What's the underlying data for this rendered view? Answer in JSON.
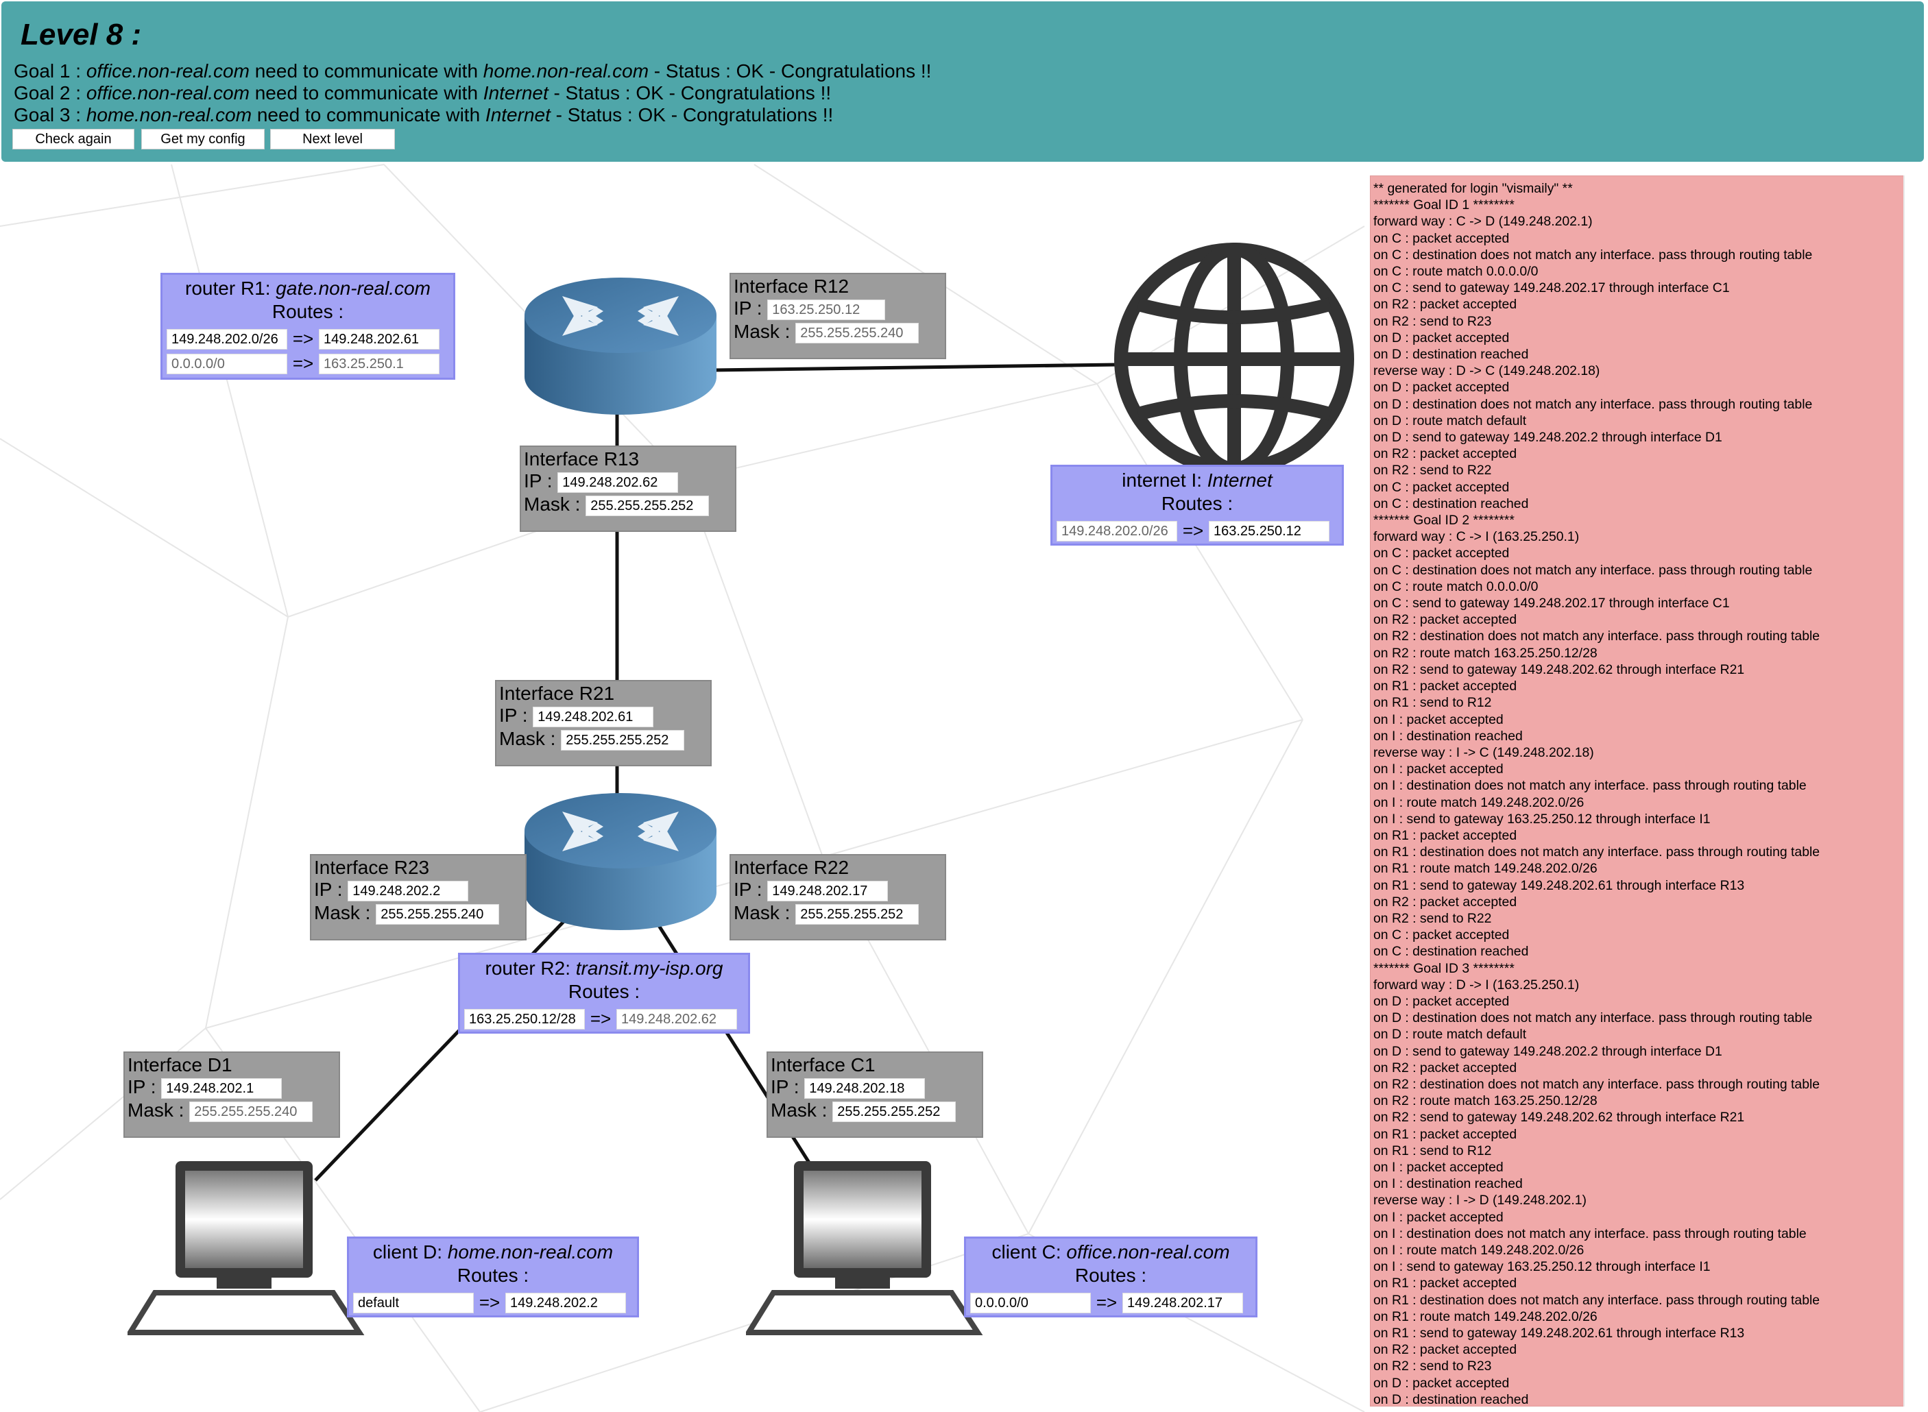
{
  "header": {
    "title": "Level 8 :",
    "goals": [
      {
        "prefix": "Goal 1 : ",
        "from": "office.non-real.com",
        "mid": " need to communicate with ",
        "to": "home.non-real.com",
        "status": " - Status : OK - Congratulations !!"
      },
      {
        "prefix": "Goal 2 : ",
        "from": "office.non-real.com",
        "mid": " need to communicate with ",
        "to": "Internet",
        "status": " - Status : OK - Congratulations !!"
      },
      {
        "prefix": "Goal 3 : ",
        "from": "home.non-real.com",
        "mid": " need to communicate with ",
        "to": "Internet",
        "status": " - Status : OK - Congratulations !!"
      }
    ],
    "buttons": {
      "check": "Check again",
      "config": "Get my config",
      "next": "Next level"
    }
  },
  "labels": {
    "ip": "IP :",
    "mask": "Mask :",
    "routes": "Routes :",
    "arrow": "=>"
  },
  "interfaces": {
    "r12": {
      "title": "Interface R12",
      "ip": "163.25.250.12",
      "mask": "255.255.255.240"
    },
    "r13": {
      "title": "Interface R13",
      "ip": "149.248.202.62",
      "mask": "255.255.255.252"
    },
    "r21": {
      "title": "Interface R21",
      "ip": "149.248.202.61",
      "mask": "255.255.255.252"
    },
    "r23": {
      "title": "Interface R23",
      "ip": "149.248.202.2",
      "mask": "255.255.255.240"
    },
    "r22": {
      "title": "Interface R22",
      "ip": "149.248.202.17",
      "mask": "255.255.255.252"
    },
    "d1": {
      "title": "Interface D1",
      "ip": "149.248.202.1",
      "mask": "255.255.255.240"
    },
    "c1": {
      "title": "Interface C1",
      "ip": "149.248.202.18",
      "mask": "255.255.255.252"
    }
  },
  "nodes": {
    "r1": {
      "kind": "router R1: ",
      "name": "gate.non-real.com",
      "routes": [
        {
          "dest": "149.248.202.0/26",
          "gw": "149.248.202.61"
        },
        {
          "dest": "0.0.0.0/0",
          "gw": "163.25.250.1"
        }
      ]
    },
    "internet": {
      "kind": "internet I: ",
      "name": "Internet",
      "routes": [
        {
          "dest": "149.248.202.0/26",
          "gw": "163.25.250.12"
        }
      ]
    },
    "r2": {
      "kind": "router R2: ",
      "name": "transit.my-isp.org",
      "routes": [
        {
          "dest": "163.25.250.12/28",
          "gw": "149.248.202.62"
        }
      ]
    },
    "d": {
      "kind": "client D: ",
      "name": "home.non-real.com",
      "routes": [
        {
          "dest": "default",
          "gw": "149.248.202.2"
        }
      ]
    },
    "c": {
      "kind": "client C: ",
      "name": "office.non-real.com",
      "routes": [
        {
          "dest": "0.0.0.0/0",
          "gw": "149.248.202.17"
        }
      ]
    }
  },
  "icons": [
    "router-icon",
    "globe-icon",
    "computer-icon"
  ],
  "colors": {
    "header": "#4fa6a9",
    "route_box": "#a3a3f5",
    "interface_box": "#9c9c9c",
    "log": "#f0a9a9",
    "router": "#4a7ca6"
  },
  "log": [
    "** generated for login \"vismaily\" **",
    "******* Goal ID 1 ********",
    "forward way : C -> D (149.248.202.1)",
    "on C : packet accepted",
    "on C : destination does not match any interface. pass through routing table",
    "on C : route match 0.0.0.0/0",
    "on C : send to gateway 149.248.202.17 through interface C1",
    "on R2 : packet accepted",
    "on R2 : send to R23",
    "on D : packet accepted",
    "on D : destination reached",
    "reverse way : D -> C (149.248.202.18)",
    "on D : packet accepted",
    "on D : destination does not match any interface. pass through routing table",
    "on D : route match default",
    "on D : send to gateway 149.248.202.2 through interface D1",
    "on R2 : packet accepted",
    "on R2 : send to R22",
    "on C : packet accepted",
    "on C : destination reached",
    "******* Goal ID 2 ********",
    "forward way : C -> I (163.25.250.1)",
    "on C : packet accepted",
    "on C : destination does not match any interface. pass through routing table",
    "on C : route match 0.0.0.0/0",
    "on C : send to gateway 149.248.202.17 through interface C1",
    "on R2 : packet accepted",
    "on R2 : destination does not match any interface. pass through routing table",
    "on R2 : route match 163.25.250.12/28",
    "on R2 : send to gateway 149.248.202.62 through interface R21",
    "on R1 : packet accepted",
    "on R1 : send to R12",
    "on I : packet accepted",
    "on I : destination reached",
    "reverse way : I -> C (149.248.202.18)",
    "on I : packet accepted",
    "on I : destination does not match any interface. pass through routing table",
    "on I : route match 149.248.202.0/26",
    "on I : send to gateway 163.25.250.12 through interface I1",
    "on R1 : packet accepted",
    "on R1 : destination does not match any interface. pass through routing table",
    "on R1 : route match 149.248.202.0/26",
    "on R1 : send to gateway 149.248.202.61 through interface R13",
    "on R2 : packet accepted",
    "on R2 : send to R22",
    "on C : packet accepted",
    "on C : destination reached",
    "******* Goal ID 3 ********",
    "forward way : D -> I (163.25.250.1)",
    "on D : packet accepted",
    "on D : destination does not match any interface. pass through routing table",
    "on D : route match default",
    "on D : send to gateway 149.248.202.2 through interface D1",
    "on R2 : packet accepted",
    "on R2 : destination does not match any interface. pass through routing table",
    "on R2 : route match 163.25.250.12/28",
    "on R2 : send to gateway 149.248.202.62 through interface R21",
    "on R1 : packet accepted",
    "on R1 : send to R12",
    "on I : packet accepted",
    "on I : destination reached",
    "reverse way : I -> D (149.248.202.1)",
    "on I : packet accepted",
    "on I : destination does not match any interface. pass through routing table",
    "on I : route match 149.248.202.0/26",
    "on I : send to gateway 163.25.250.12 through interface I1",
    "on R1 : packet accepted",
    "on R1 : destination does not match any interface. pass through routing table",
    "on R1 : route match 149.248.202.0/26",
    "on R1 : send to gateway 149.248.202.61 through interface R13",
    "on R2 : packet accepted",
    "on R2 : send to R23",
    "on D : packet accepted",
    "on D : destination reached"
  ]
}
